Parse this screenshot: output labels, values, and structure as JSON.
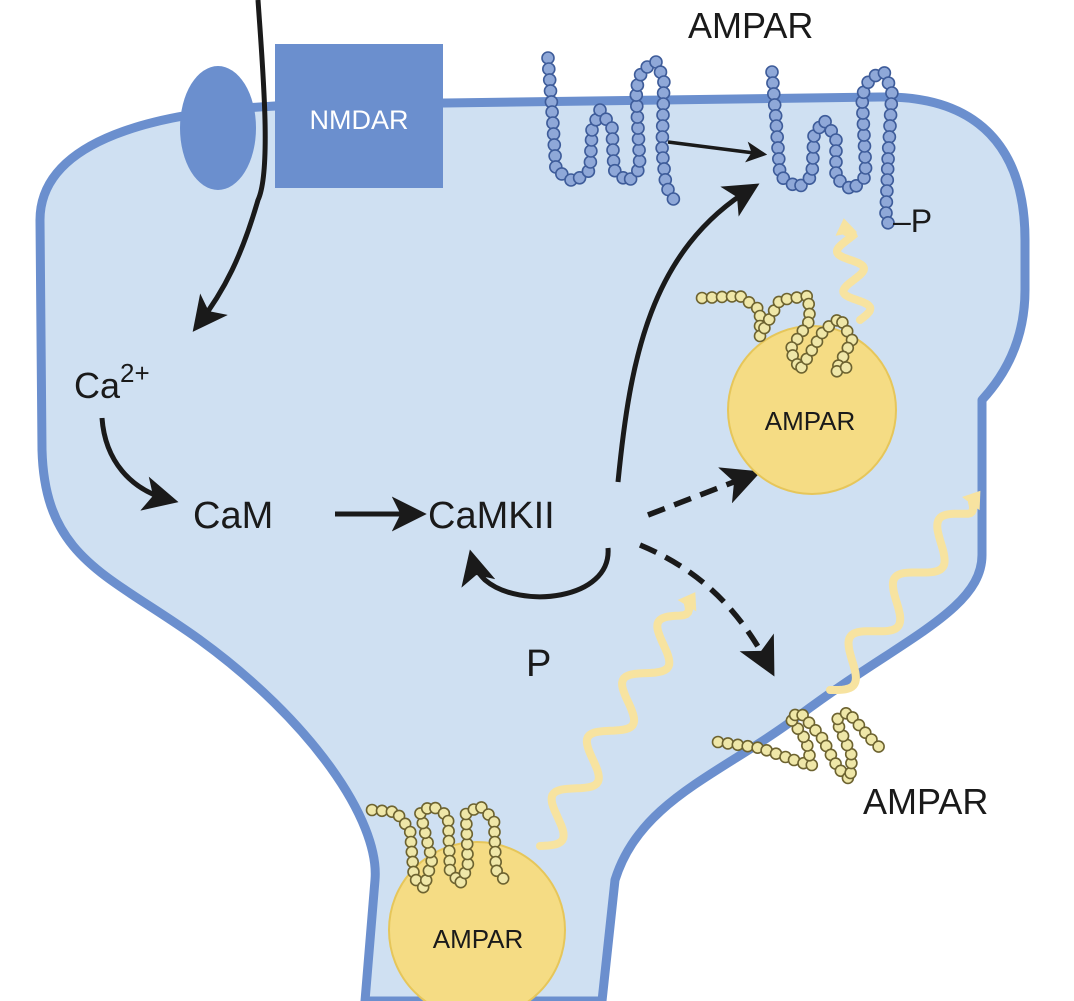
{
  "labels": {
    "nmdar": "NMDAR",
    "ampar_top": "AMPAR",
    "phospho_top": "–P",
    "calcium_base": "Ca",
    "calcium_sup": "2+",
    "cam": "CaM",
    "camkii": "CaMKII",
    "autophospho_p": "P",
    "vesicle_upper": "AMPAR",
    "vesicle_lower": "AMPAR",
    "ampar_lateral": "AMPAR"
  },
  "colors": {
    "membrane": "#6b8fce",
    "cytoplasm": "#cfe0f2",
    "receptor": "#6b8fce",
    "ampar_bead_surface": "#8fa8d8",
    "ampar_bead_vesicle": "#efe7a8",
    "vesicle": "#f5dc84",
    "trafficking": "#f7e3a0",
    "arrow": "#1a1a1a"
  },
  "icons": {
    "ampar_surface": "ampar-chain-icon",
    "ampar_vesicle": "ampar-chain-icon",
    "nmdar": "nmdar-channel-icon"
  }
}
